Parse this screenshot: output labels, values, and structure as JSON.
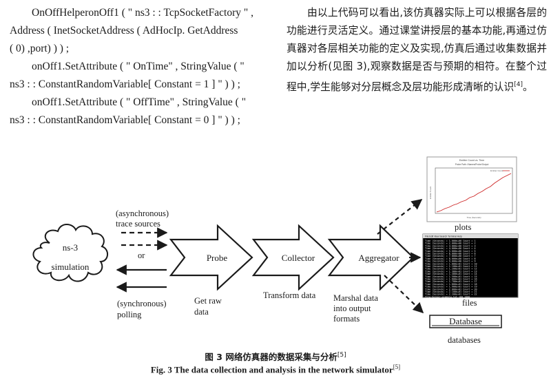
{
  "code_lines": [
    "OnOffHelperonOff1 ( \" ns3 : : TcpSocketFactory \" ,",
    "Address ( InetSocketAddress ( AdHocIp. GetAddress",
    "( 0) ,port) ) ) ;",
    "onOff1.SetAttribute ( \" OnTime\" , StringValue ( \"",
    "ns3 : : ConstantRandomVariable[ Constant = 1 ] \" ) ) ;",
    "onOff1.SetAttribute ( \" OffTime\" , StringValue ( \"",
    "ns3 : : ConstantRandomVariable[ Constant = 0 ] \" ) ) ;"
  ],
  "paragraph": {
    "text": "由以上代码可以看出,该仿真器实际上可以根据各层的功能进行灵活定义。通过课堂讲授层的基本功能,再通过仿真器对各层相关功能的定义及实现,仿真后通过收集数据并加以分析(见图 3),观察数据是否与预期的相符。在整个过程中,学生能够对分层概念及层功能形成清晰的认识",
    "ref": "[4]",
    "end": "。"
  },
  "figure": {
    "cloud": {
      "line1": "ns-3",
      "line2": "simulation"
    },
    "async": {
      "line1": "(asynchronous)",
      "line2": "trace sources"
    },
    "or": "or",
    "sync": {
      "line1": "(synchronous)",
      "line2": "polling"
    },
    "probe": "Probe",
    "collector": "Collector",
    "aggregator": "Aggregator",
    "get_raw": {
      "line1": "Get raw",
      "line2": "data"
    },
    "transform": "Transform data",
    "marshal": {
      "line1": "Marshal data",
      "line2": "into output",
      "line3": "formats"
    },
    "plots": "plots",
    "files": "files",
    "database": "Database",
    "databases": "databases",
    "plot_thumb": {
      "title": "Emitter Count vs. Time",
      "subtitle": "Probe Path: /Names/Probe/Output",
      "legend": "Emitter Count",
      "ylabel": "Emitter Count",
      "xlabel": "Time (Seconds)"
    },
    "terminal_menu": "File  Edit  View  Search  Terminal  Help",
    "terminal_lines": [
      "Time (Seconds) = 1.000e+00   Count = 1",
      "Time (Seconds) = 2.000e+00   Count = 2",
      "Time (Seconds) = 3.000e+00   Count = 3",
      "Time (Seconds) = 4.000e+00   Count = 4",
      "Time (Seconds) = 5.000e+00   Count = 5",
      "Time (Seconds) = 6.000e+00   Count = 6",
      "Time (Seconds) = 7.000e+00   Count = 7",
      "Time (Seconds) = 8.000e+00   Count = 8",
      "Time (Seconds) = 9.000e+00   Count = 9",
      "Time (Seconds) = 1.000e+01   Count = 10",
      "Time (Seconds) = 1.100e+01   Count = 11",
      "Time (Seconds) = 1.200e+01   Count = 12",
      "Time (Seconds) = 1.300e+01   Count = 13",
      "Time (Seconds) = 1.400e+01   Count = 14",
      "Time (Seconds) = 1.500e+01   Count = 15",
      "Time (Seconds) = 1.600e+01   Count = 16",
      "Time (Seconds) = 1.700e+01   Count = 17",
      "Time (Seconds) = 1.800e+01   Count = 18",
      "Time (Seconds) = 1.900e+01   Count = 19",
      "Time (Seconds) = 2.000e+01   Count = 20",
      "Time (Seconds) = 2.100e+01   Count = 21",
      "Time (Seconds) = 2.200e+01   Count = 22",
      "file-helper-example.txt  100  1000"
    ],
    "caption_cn": "图 3   网络仿真器的数据采集与分析",
    "caption_cn_ref": "[5]",
    "caption_en": "Fig. 3   The data collection and analysis in the network simulator",
    "caption_en_ref": "[5]"
  },
  "colors": {
    "text": "#1a1a1a",
    "plot_line": "#cc2222",
    "terminal_bg": "#000000"
  }
}
